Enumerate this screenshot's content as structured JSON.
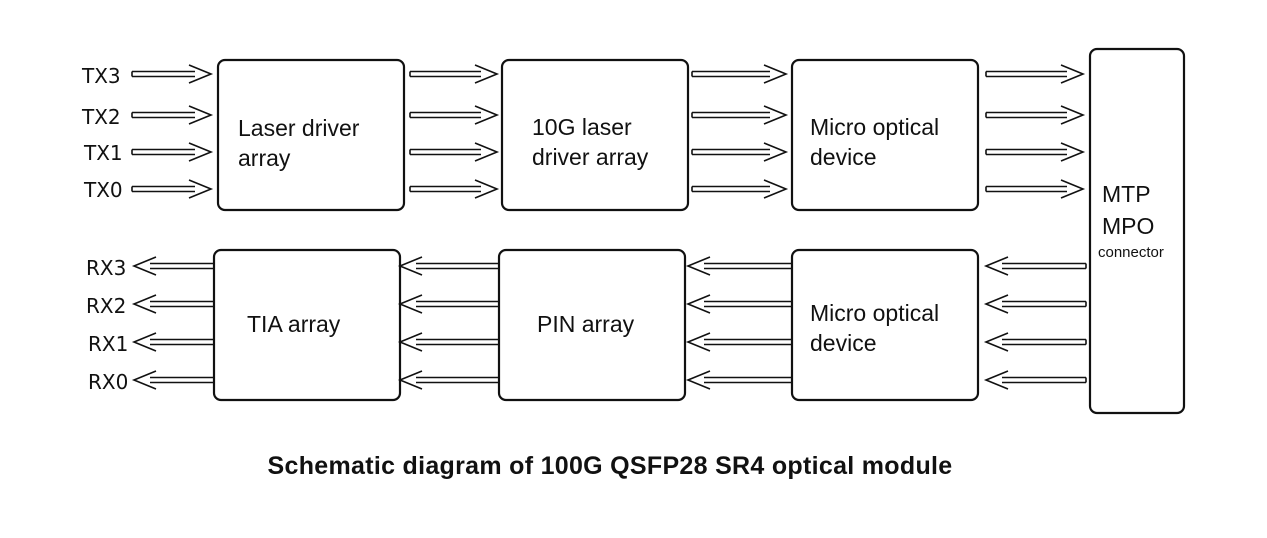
{
  "title": "Schematic diagram of 100G QSFP28 SR4 optical module",
  "tx_signals": [
    "TX3",
    "TX2",
    "TX1",
    "TX0"
  ],
  "rx_signals": [
    "RX3",
    "RX2",
    "RX1",
    "RX0"
  ],
  "blocks": {
    "laser_driver": [
      "Laser driver",
      "array"
    ],
    "laser_driver_10g": [
      "10G laser",
      "driver array"
    ],
    "micro_optical_tx": [
      "Micro optical",
      "device"
    ],
    "tia": [
      "TIA array"
    ],
    "pin": [
      "PIN array"
    ],
    "micro_optical_rx": [
      "Micro optical",
      "device"
    ],
    "connector": [
      "MTP",
      "MPO",
      "connector"
    ]
  }
}
